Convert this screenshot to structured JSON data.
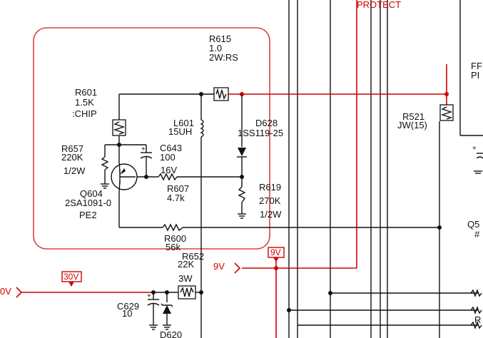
{
  "labels": {
    "protect": "PROTECT",
    "r615": {
      "ref": "R615",
      "value": "1.0",
      "rating": "2W:RS"
    },
    "r601": {
      "ref": "R601",
      "value": "1.5K",
      "type": ":CHIP"
    },
    "l601": {
      "ref": "L601",
      "value": "15UH"
    },
    "d628": {
      "ref": "D628",
      "part": "1SS119-25"
    },
    "r521": {
      "ref": "R521",
      "value": "JW(15)"
    },
    "r657": {
      "ref": "R657",
      "value": "220K",
      "rating": "1/2W"
    },
    "c643": {
      "ref": "C643",
      "value": "100",
      "voltage": "16V"
    },
    "r607": {
      "ref": "R607",
      "value": "4.7k"
    },
    "r619": {
      "ref": "R619",
      "value": "270K",
      "rating": "1/2W"
    },
    "q604": {
      "ref": "Q604",
      "part": "2SA1091-0",
      "suffix": "PE2"
    },
    "r600": {
      "ref": "R600",
      "value": "56k"
    },
    "r652": {
      "ref": "R652",
      "value": "22K",
      "rating": "3W"
    },
    "c629": {
      "ref": "C629",
      "value": "10"
    },
    "d620": {
      "ref": "D620"
    },
    "net_9v_tag": "9V",
    "net_9v": "9V",
    "net_30v_tag": "30V",
    "net_30v_left": "0V",
    "right_edge": {
      "ff": "FF",
      "pi": "PI",
      "q5": "Q5",
      "hash": "#",
      "r": "R"
    }
  },
  "colors": {
    "wire": "#111111",
    "highlight": "#d10000",
    "region_outline": "#e04040"
  }
}
